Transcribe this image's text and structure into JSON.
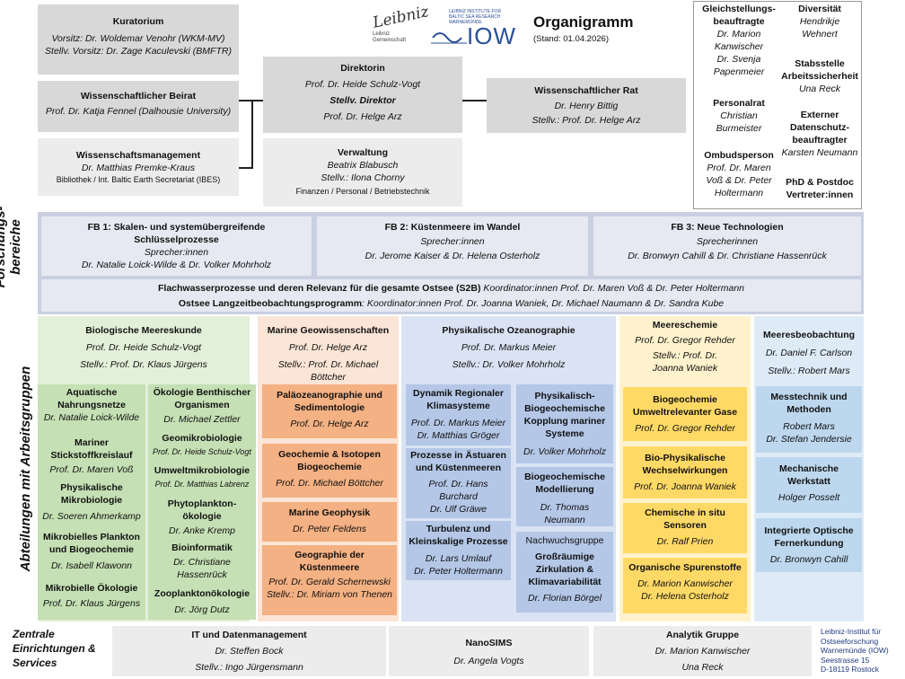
{
  "header": {
    "title": "Organigramm",
    "date": "(Stand: 01.04.2026)",
    "leibniz_script": "Leibniz",
    "leibniz_sub1": "Leibniz",
    "leibniz_sub2": "Gemeinschaft",
    "iow_small1": "LEIBNIZ INSTITUTE FOR",
    "iow_small2": "BALTIC SEA RESEARCH",
    "iow_small3": "WARNEMÜNDE",
    "iow_text": "IOW"
  },
  "kuratorium": {
    "title": "Kuratorium",
    "line1": "Vorsitz: Dr. Woldemar Venohr (WKM-MV)",
    "line2": "Stellv. Vorsitz: Dr. Zage Kaculevski (BMFTR)"
  },
  "beirat": {
    "title": "Wissenschaftlicher Beirat",
    "line1": "Prof. Dr. Katja Fennel (Dalhousie University)"
  },
  "management": {
    "title": "Wissenschaftsmanagement",
    "line1": "Dr. Matthias Premke-Kraus",
    "line2": "Bibliothek / Int. Baltic Earth Secretariat (IBES)"
  },
  "direktorin": {
    "title": "Direktorin",
    "line1": "Prof. Dr. Heide Schulz-Vogt",
    "line2": "Stellv. Direktor",
    "line3": "Prof. Dr. Helge Arz"
  },
  "verwaltung": {
    "title": "Verwaltung",
    "line1": "Beatrix Blabusch",
    "line2": "Stellv.: Ilona Chorny",
    "line3": "Finanzen / Personal / Betriebstechnik"
  },
  "rat": {
    "title": "Wissenschaftlicher Rat",
    "line1": "Dr. Henry Bittig",
    "line2": "Stellv.: Prof. Dr. Helge Arz"
  },
  "side_panel": {
    "gleich_title": "Gleichstellungs-beauftragte",
    "gleich_names": [
      "Dr. Marion",
      "Kanwischer",
      "Dr. Svenja",
      "Papenmeier"
    ],
    "personal_title": "Personalrat",
    "personal_names": [
      "Christian",
      "Burmeister"
    ],
    "ombuds_title": "Ombudsperson",
    "ombuds_names": [
      "Prof. Dr. Maren",
      "Voß & Dr. Peter",
      "Holtermann"
    ],
    "div_title": "Diversität",
    "div_names": [
      "Hendrikje",
      "Wehnert"
    ],
    "stab_title": "Stabsstelle Arbeitssicherheit",
    "stab_name": "Una Reck",
    "daten_title": "Externer Datenschutz-beauftragter",
    "daten_name": "Karsten Neumann",
    "phd_title": "PhD & Postdoc Vertreter:innen"
  },
  "forschung": {
    "label": "Forschungs-bereiche",
    "fb1": {
      "title": "FB 1: Skalen- und systemübergreifende Schlüsselprozesse",
      "line1": "Sprecher:innen",
      "line2": "Dr. Natalie Loick-Wilde & Dr. Volker Mohrholz"
    },
    "fb2": {
      "title": "FB 2: Küstenmeere im Wandel",
      "line1": "Sprecher:innen",
      "line2": "Dr. Jerome Kaiser & Dr. Helena Osterholz"
    },
    "fb3": {
      "title": "FB 3: Neue Technologien",
      "line1": "Sprecherinnen",
      "line2": "Dr. Bronwyn Cahill & Dr. Christiane Hassenrück"
    },
    "s2b_bold": "Flachwasserprozesse und deren Relevanz für die gesamte Ostsee (S2B)",
    "s2b_rest": " Koordinator:innen Prof. Dr. Maren Voß & Dr. Peter Holtermann",
    "olz_bold": "Ostsee Langzeitbeobachtungsprogramm",
    "olz_rest": ": Koordinator:innen Prof. Dr. Joanna Waniek, Dr. Michael Naumann & Dr. Sandra Kube"
  },
  "abteilungen_label": "Abteilungen mit Arbeitsgruppen",
  "bio": {
    "title": "Biologische Meereskunde",
    "line1": "Prof. Dr. Heide Schulz-Vogt",
    "line2": "Stellv.: Prof. Dr. Klaus Jürgens",
    "left": [
      {
        "title": "Aquatische Nahrungsnetze",
        "name": "Dr. Natalie Loick-Wilde"
      },
      {
        "title": "Mariner Stickstoffkreislauf",
        "name": "Prof. Dr. Maren Voß"
      },
      {
        "title": "Physikalische Mikrobiologie",
        "name": "Dr. Soeren Ahmerkamp"
      },
      {
        "title": "Mikrobielles Plankton und Biogeochemie",
        "name": "Dr. Isabell Klawonn"
      },
      {
        "title": "Mikrobielle Ökologie",
        "name": "Prof. Dr. Klaus Jürgens"
      }
    ],
    "right": [
      {
        "title": "Ökologie Benthischer Organismen",
        "name": "Dr. Michael Zettler"
      },
      {
        "title": "Geomikrobiologie",
        "name": "Prof. Dr. Heide Schulz-Vogt"
      },
      {
        "title": "Umweltmikrobiologie",
        "name": "Prof. Dr. Matthias Labrenz"
      },
      {
        "title": "Phytoplankton-ökologie",
        "name": "Dr. Anke Kremp"
      },
      {
        "title": "Bioinformatik",
        "name": "Dr. Christiane Hassenrück"
      },
      {
        "title": "Zooplanktonökologie",
        "name": "Dr. Jörg Dutz"
      }
    ]
  },
  "geo": {
    "title": "Marine Geowissenschaften",
    "line1": "Prof. Dr. Helge Arz",
    "line2": "Stellv.: Prof. Dr. Michael Böttcher",
    "groups": [
      {
        "title": "Paläozeanographie und Sedimentologie",
        "name": "Prof. Dr. Helge Arz"
      },
      {
        "title": "Geochemie & Isotopen Biogeochemie",
        "name": "Prof. Dr. Michael Böttcher"
      },
      {
        "title": "Marine Geophysik",
        "name": "Dr. Peter Feldens"
      },
      {
        "title": "Geographie der Küstenmeere",
        "name": "Prof. Dr. Gerald Schernewski",
        "name2": "Stellv.: Dr. Miriam von Thenen"
      }
    ]
  },
  "phys": {
    "title": "Physikalische Ozeanographie",
    "line1": "Prof. Dr. Markus Meier",
    "line2": "Stellv.: Dr. Volker Mohrholz",
    "left": [
      {
        "title": "Dynamik Regionaler Klimasysteme",
        "name": "Prof. Dr. Markus Meier",
        "name2": "Dr. Matthias Gröger"
      },
      {
        "title": "Prozesse in Ästuaren und Küstenmeeren",
        "name": "Prof. Dr. Hans Burchard",
        "name2": "Dr. Ulf Gräwe"
      },
      {
        "title": "Turbulenz und Kleinskalige Prozesse",
        "name": "Dr. Lars Umlauf",
        "name2": "Dr. Peter Holtermann"
      }
    ],
    "right": [
      {
        "title": "Physikalisch-Biogeochemische Kopplung mariner Systeme",
        "name": "Dr. Volker Mohrholz"
      },
      {
        "title": "Biogeochemische Modellierung",
        "name": "Dr. Thomas Neumann"
      },
      {
        "pre": "Nachwuchsgruppe",
        "title": "Großräumige Zirkulation & Klimavariabilität",
        "name": "Dr. Florian Börgel"
      }
    ]
  },
  "chem": {
    "title": "Meereschemie",
    "line1": "Prof. Dr. Gregor Rehder",
    "line2": "Stellv.: Prof. Dr. Joanna Waniek",
    "groups": [
      {
        "title": "Biogeochemie Umweltrelevanter Gase",
        "name": "Prof. Dr. Gregor Rehder"
      },
      {
        "title": "Bio-Physikalische Wechselwirkungen",
        "name": "Prof. Dr. Joanna Waniek"
      },
      {
        "title": "Chemische in situ Sensoren",
        "name": "Dr. Ralf Prien"
      },
      {
        "title": "Organische Spurenstoffe",
        "name": "Dr. Marion Kanwischer",
        "name2": "Dr. Helena Osterholz"
      }
    ]
  },
  "obs": {
    "title": "Meeresbeobachtung",
    "line1": "Dr. Daniel F. Carlson",
    "line2": "Stellv.: Robert Mars",
    "groups": [
      {
        "title": "Messtechnik und Methoden",
        "name": "Robert Mars",
        "name2": "Dr. Stefan Jendersie"
      },
      {
        "title": "Mechanische Werkstatt",
        "name": "Holger Posselt"
      },
      {
        "title": "Integrierte Optische Fernerkundung",
        "name": "Dr. Bronwyn Cahill"
      }
    ]
  },
  "zentral": {
    "label": "Zentrale Einrichtungen & Services",
    "it": {
      "title": "IT und Datenmanagement",
      "line1": "Dr. Steffen Bock",
      "line2": "Stellv.: Ingo Jürgensmann"
    },
    "nano": {
      "title": "NanoSIMS",
      "line1": "Dr. Angela Vogts"
    },
    "analytik": {
      "title": "Analytik Gruppe",
      "line1": "Dr. Marion Kanwischer",
      "line2": "Una Reck"
    }
  },
  "address": [
    "Leibniz-Institut für",
    "Ostseeforschung",
    "Warnemünde (IOW)",
    "Seestrasse 15",
    "D-18119 Rostock"
  ]
}
